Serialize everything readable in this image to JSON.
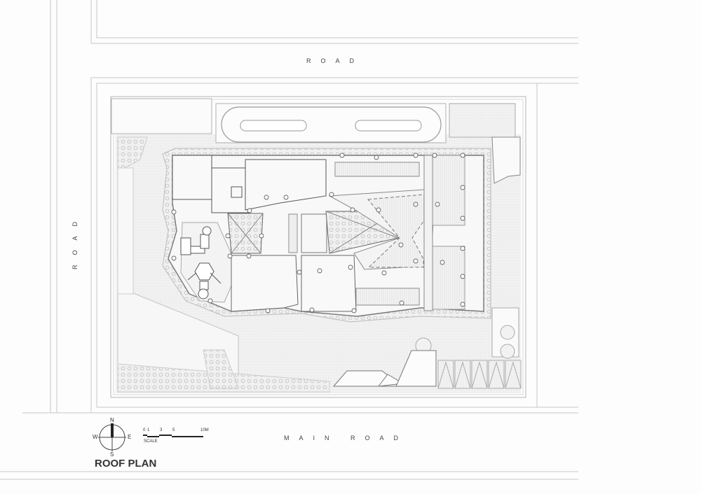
{
  "drawing": {
    "title": "ROOF PLAN",
    "roads": {
      "top": "ROAD",
      "left": "ROAD",
      "bottom": "MAIN ROAD"
    },
    "compass": {
      "n": "N",
      "s": "S",
      "e": "E",
      "w": "W"
    },
    "scale": {
      "label": "SCALE",
      "ticks": [
        "0",
        "1",
        "3",
        "5",
        "10M"
      ]
    },
    "colors": {
      "line": "#9a9a9a",
      "dark_line": "#555555",
      "hatch": "#e6e6e6",
      "background": "#fdfdfd"
    }
  }
}
